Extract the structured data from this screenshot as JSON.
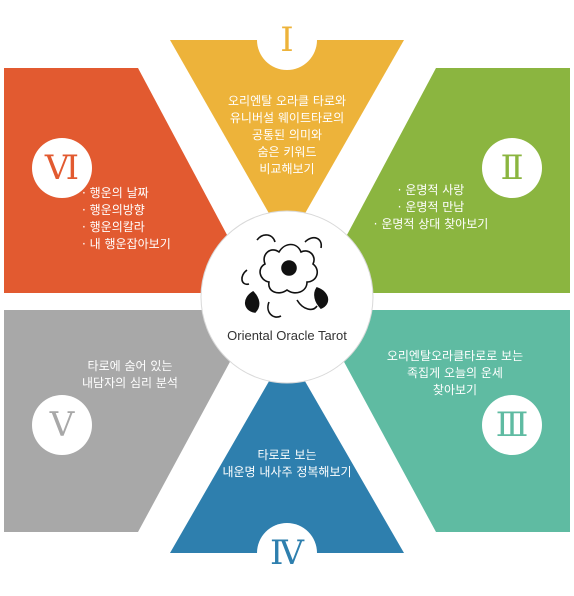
{
  "colors": {
    "seg1": "#EDB33A",
    "seg2": "#8BB540",
    "seg3": "#5FBBA2",
    "seg4": "#2E7FAE",
    "seg5": "#A8A8A8",
    "seg6": "#E25A30"
  },
  "center": {
    "title": "Oriental Oracle Tarot",
    "logo_icon": "flower-icon"
  },
  "segments": {
    "s1": {
      "numeral": "Ⅰ",
      "lines": [
        "오리엔탈 오라클 타로와",
        "유니버설 웨이트타로의",
        "공통된 의미와",
        "숨은 키워드",
        "비교해보기"
      ]
    },
    "s2": {
      "numeral": "Ⅱ",
      "items": [
        "운명적 사랑",
        "운명적 만남",
        "운명적 상대 찾아보기"
      ]
    },
    "s3": {
      "numeral": "Ⅲ",
      "lines": [
        "오리엔탈오라클타로로 보는",
        "족집게 오늘의 운세",
        "찾아보기"
      ]
    },
    "s4": {
      "numeral": "Ⅳ",
      "lines": [
        "타로로 보는",
        "내운명 내사주 정복해보기"
      ]
    },
    "s5": {
      "numeral": "Ⅴ",
      "lines": [
        "타로에 숨어 있는",
        "내담자의 심리 분석"
      ]
    },
    "s6": {
      "numeral": "Ⅵ",
      "items": [
        "행운의 날짜",
        "행운의방향",
        "행운의칼라",
        "내 행운잡아보기"
      ]
    }
  }
}
